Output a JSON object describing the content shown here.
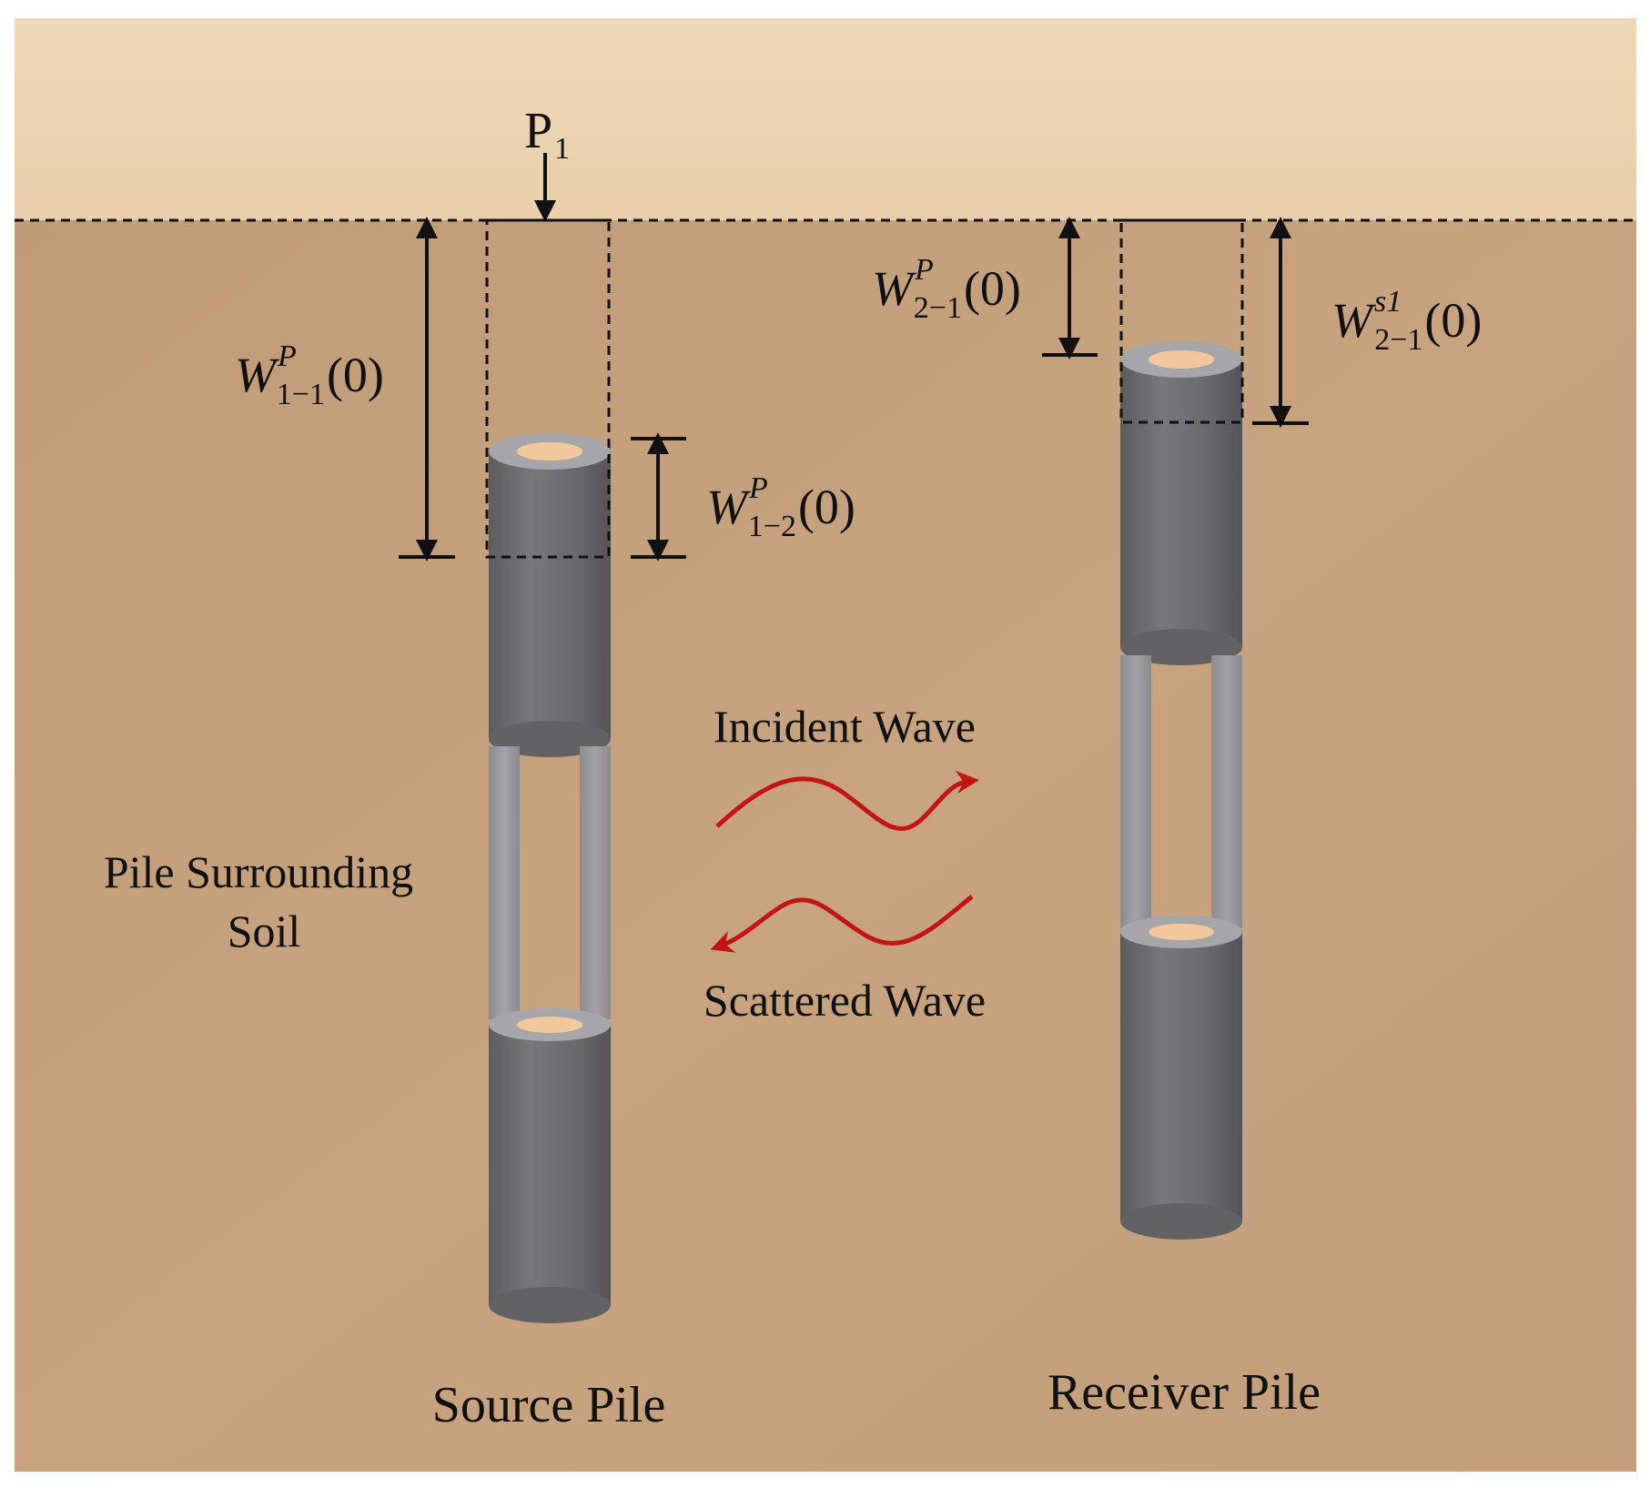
{
  "labels": {
    "load": {
      "main": "P",
      "sub": "1"
    },
    "w11": {
      "main": "W",
      "sup": "P",
      "sub": "1−1",
      "arg": "(0)"
    },
    "w12": {
      "main": "W",
      "sup": "P",
      "sub": "1−2",
      "arg": "(0)"
    },
    "w21p": {
      "main": "W",
      "sup": "P",
      "sub": "2−1",
      "arg": "(0)"
    },
    "w21s": {
      "main": "W",
      "sup": "s1",
      "sub": "2−1",
      "arg": "(0)"
    },
    "soil_line1": "Pile Surrounding",
    "soil_line2": "Soil",
    "incident": "Incident Wave",
    "scattered": "Scattered Wave",
    "source_pile": "Source Pile",
    "receiver_pile": "Receiver Pile"
  },
  "colors": {
    "sky": "#edd4b2",
    "soil": "#c4a07c",
    "pile": "#6f6f72",
    "pile_light": "#9a9a9e",
    "pile_core": "#f2c79c",
    "wave": "#c41414",
    "line": "#111111"
  }
}
